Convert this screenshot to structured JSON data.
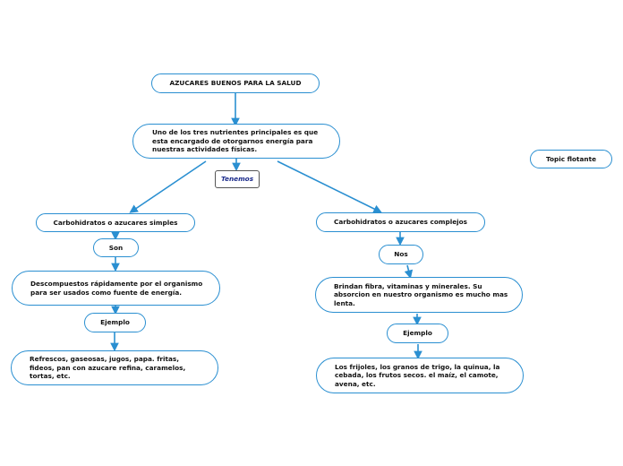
{
  "nodes": {
    "root": "AZUCARES BUENOS PARA LA SALUD",
    "intro": "Uno de los tres nutrientes principales es que esta encargado de otorgarnos energía para nuestras actividades físicas.",
    "tenemos": "Tenemos",
    "floating": "Topic flotante",
    "simples": "Carbohidratos o azucares simples",
    "son": "Son",
    "simples_desc": "Descompuestos rápidamente por el organismo para ser usados como fuente de energía.",
    "simples_ejemplo": "Ejemplo",
    "simples_examples": "Refrescos, gaseosas, jugos, papa. fritas, fideos, pan con azucare refina, caramelos, tortas, etc.",
    "complejos": "Carbohidratos o azucares complejos",
    "nos": "Nos",
    "complejos_desc": "Brindan fibra, vitaminas y minerales. Su absorcion en nuestro organismo es mucho mas lenta.",
    "complejos_ejemplo": "Ejemplo",
    "complejos_examples": "Los frijoles, los granos de trigo, la quinua, la cebada, los frutos secos. el maíz, el camote, avena, etc."
  },
  "colors": {
    "connector": "#2a8fd1",
    "border": "#2a8fd1",
    "text": "#111111",
    "tag_text": "#1a2a8a"
  }
}
